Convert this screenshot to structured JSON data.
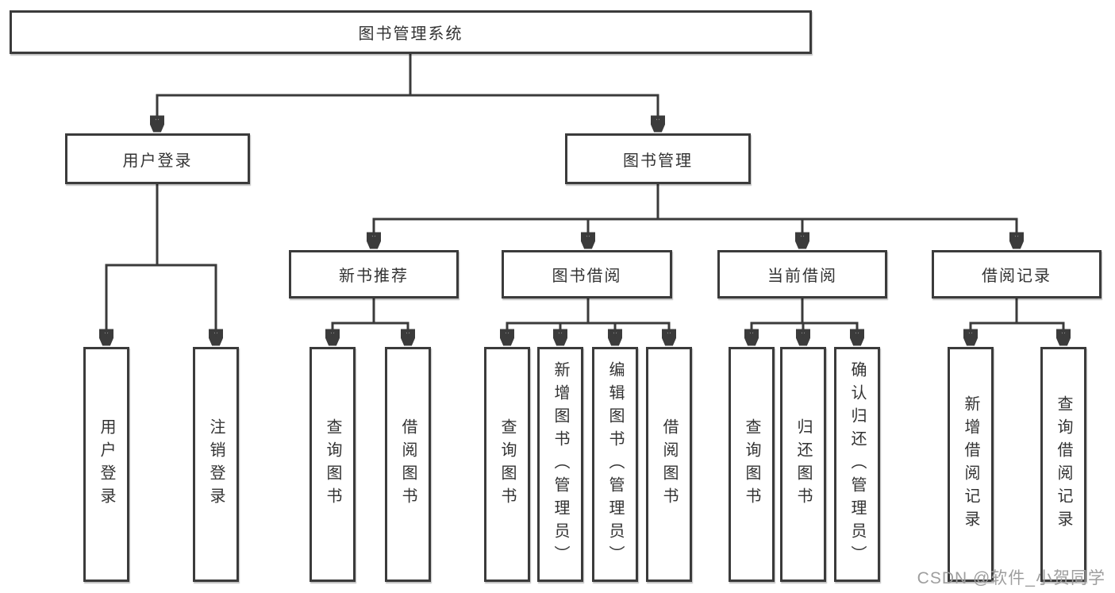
{
  "diagram": {
    "type": "function-structure-tree",
    "colors": {
      "background": "#ffffff",
      "box_fill": "#ffffff",
      "box_border": "#3b3b3b",
      "line": "#3b3b3b",
      "text": "#333333",
      "watermark_text": "#9e9e9e"
    },
    "tree": {
      "root": {
        "label": "图书管理系统"
      },
      "branches": [
        {
          "label": "用户登录",
          "children": [
            {
              "label": "用户登录"
            },
            {
              "label": "注销登录"
            }
          ]
        },
        {
          "label": "图书管理",
          "children": [
            {
              "label": "新书推荐",
              "children": [
                {
                  "label": "查询图书"
                },
                {
                  "label": "借阅图书"
                }
              ]
            },
            {
              "label": "图书借阅",
              "children": [
                {
                  "label": "查询图书"
                },
                {
                  "label": "新增图书（管理员）"
                },
                {
                  "label": "编辑图书（管理员）"
                },
                {
                  "label": "借阅图书"
                }
              ]
            },
            {
              "label": "当前借阅",
              "children": [
                {
                  "label": "查询图书"
                },
                {
                  "label": "归还图书"
                },
                {
                  "label": "确认归还（管理员）"
                }
              ]
            },
            {
              "label": "借阅记录",
              "children": [
                {
                  "label": "新增借阅记录"
                },
                {
                  "label": "查询借阅记录"
                }
              ]
            }
          ]
        }
      ]
    }
  },
  "watermark": "CSDN @软件_小贺同学"
}
